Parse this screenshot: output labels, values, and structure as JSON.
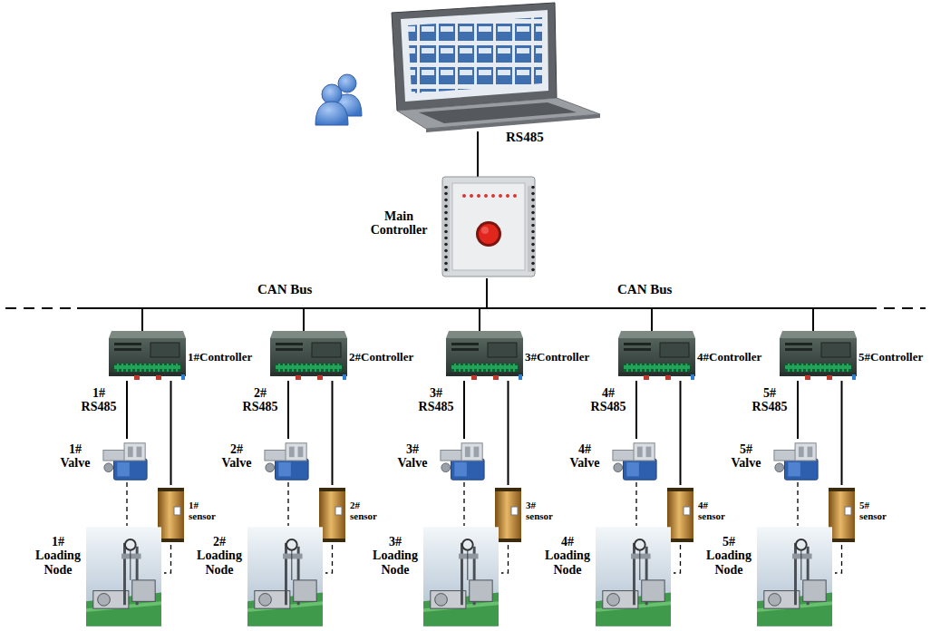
{
  "diagram": {
    "nodes": [
      {
        "text": [
          "Main Controller"
        ]
      },
      {
        "text": [
          "1#Controller"
        ]
      },
      {
        "text": [
          "2#Controller"
        ]
      },
      {
        "text": [
          "3#Controller"
        ]
      },
      {
        "text": [
          "4#Controller"
        ]
      },
      {
        "text": [
          "5#Controller"
        ]
      },
      {
        "text": [
          "1# Valve"
        ]
      },
      {
        "text": [
          "2# Valve"
        ]
      },
      {
        "text": [
          "3# Valve"
        ]
      },
      {
        "text": [
          "4# Valve"
        ]
      },
      {
        "text": [
          "5# Valve"
        ]
      },
      {
        "text": [
          "1# sensor"
        ]
      },
      {
        "text": [
          "2# sensor"
        ]
      },
      {
        "text": [
          "3# sensor"
        ]
      },
      {
        "text": [
          "4# sensor"
        ]
      },
      {
        "text": [
          "5# sensor"
        ]
      },
      {
        "text": [
          "1# Loading Node"
        ]
      },
      {
        "text": [
          "2# Loading Node"
        ]
      },
      {
        "text": [
          "3# Loading Node"
        ]
      },
      {
        "text": [
          "4# Loading Node"
        ]
      },
      {
        "text": [
          "5# Loading Node"
        ]
      }
    ],
    "edges": [
      {
        "from": 0,
        "to": 1,
        "arrow": "none"
      },
      {
        "from": 1,
        "to": 6,
        "label": "1# RS485",
        "arrow": "none"
      },
      {
        "from": 1,
        "to": 11,
        "arrow": "none"
      },
      {
        "from": 6,
        "to": 16,
        "arrow": "none"
      },
      {
        "from": 11,
        "to": 16,
        "arrow": "none"
      },
      {
        "from": 0,
        "to": 2,
        "arrow": "none"
      },
      {
        "from": 2,
        "to": 7,
        "label": "2# RS485",
        "arrow": "none"
      },
      {
        "from": 2,
        "to": 12,
        "arrow": "none"
      },
      {
        "from": 7,
        "to": 17,
        "arrow": "none"
      },
      {
        "from": 12,
        "to": 17,
        "arrow": "none"
      },
      {
        "from": 0,
        "to": 3,
        "arrow": "none"
      },
      {
        "from": 3,
        "to": 8,
        "label": "3# RS485",
        "arrow": "none"
      },
      {
        "from": 3,
        "to": 13,
        "arrow": "none"
      },
      {
        "from": 8,
        "to": 18,
        "arrow": "none"
      },
      {
        "from": 13,
        "to": 18,
        "arrow": "none"
      },
      {
        "from": 0,
        "to": 4,
        "arrow": "none"
      },
      {
        "from": 4,
        "to": 9,
        "label": "4# RS485",
        "arrow": "none"
      },
      {
        "from": 4,
        "to": 14,
        "arrow": "none"
      },
      {
        "from": 9,
        "to": 19,
        "arrow": "none"
      },
      {
        "from": 14,
        "to": 19,
        "arrow": "none"
      },
      {
        "from": 0,
        "to": 5,
        "arrow": "none"
      },
      {
        "from": 5,
        "to": 10,
        "label": "5# RS485",
        "arrow": "none"
      },
      {
        "from": 5,
        "to": 15,
        "arrow": "none"
      },
      {
        "from": 10,
        "to": 20,
        "arrow": "none"
      },
      {
        "from": 15,
        "to": 20,
        "arrow": "none"
      }
    ],
    "labels": [
      "RS485",
      "CAN Bus",
      "CAN Bus"
    ]
  }
}
